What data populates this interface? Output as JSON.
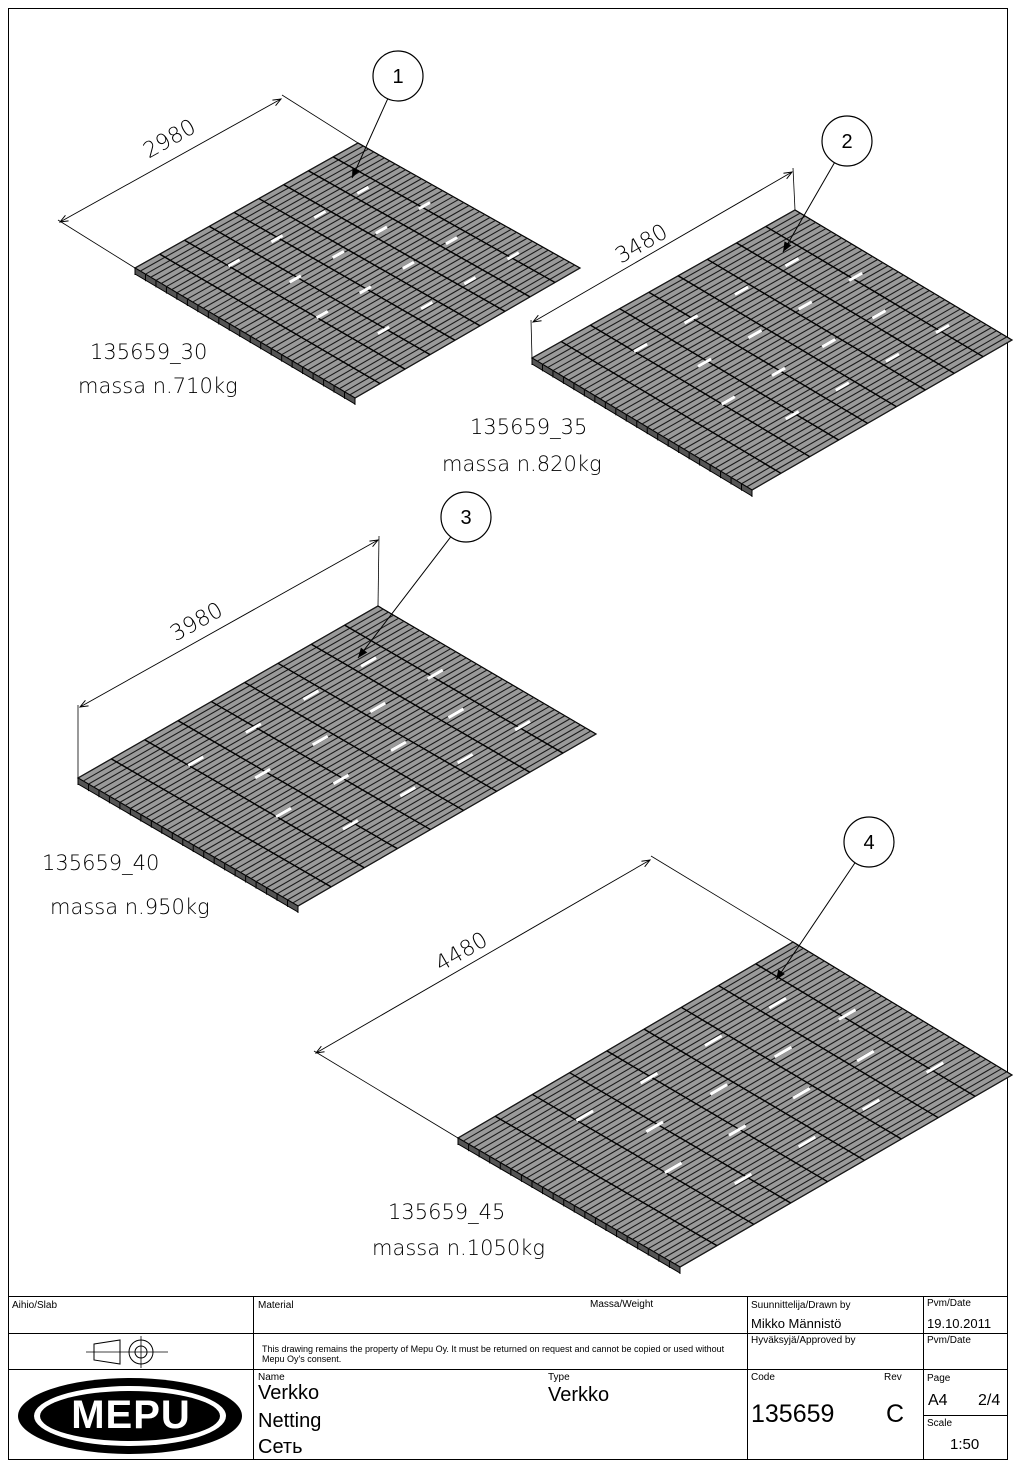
{
  "plates": [
    {
      "balloon": "1",
      "dimension": "2980",
      "part_number": "135659_30",
      "mass": "massa n.710kg"
    },
    {
      "balloon": "2",
      "dimension": "3480",
      "part_number": "135659_35",
      "mass": "massa n.820kg"
    },
    {
      "balloon": "3",
      "dimension": "3980",
      "part_number": "135659_40",
      "mass": "massa n.950kg"
    },
    {
      "balloon": "4",
      "dimension": "4480",
      "part_number": "135659_45",
      "mass": "massa n.1050kg"
    }
  ],
  "title_block": {
    "slab_label": "Aihio/Slab",
    "material_label": "Material",
    "weight_label": "Massa/Weight",
    "drawn_by_label": "Suunnittelija/Drawn by",
    "drawn_by": "Mikko Männistö",
    "date_label": "Pvm/Date",
    "date": "19.10.2011",
    "approved_label": "Hyväksyjä/Approved by",
    "approved_date_label": "Pvm/Date",
    "property_note": "This drawing remains the property of Mepu Oy.  It must be returned on request and cannot be copied or used without Mepu Oy's consent.",
    "logo_text": "MEPU",
    "name_label": "Name",
    "name_fi": "Verkko",
    "name_en": "Netting",
    "name_ru": "Сеть",
    "type_label": "Type",
    "type": "Verkko",
    "code_label": "Code",
    "code": "135659",
    "rev_label": "Rev",
    "rev": "C",
    "page_label": "Page",
    "paper": "A4",
    "page": "2/4",
    "scale_label": "Scale",
    "scale": "1:50"
  }
}
